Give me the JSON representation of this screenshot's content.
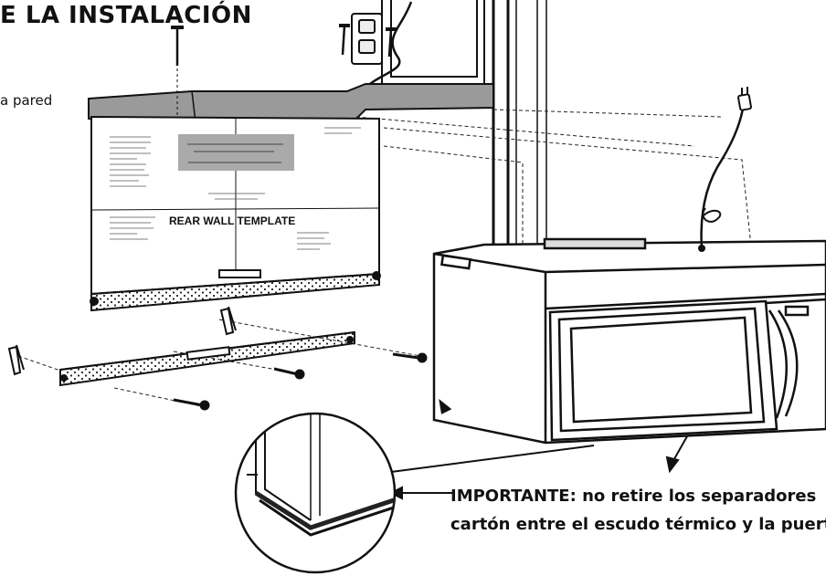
{
  "heading": "E LA INSTALACIÓN",
  "side_label": "a pared",
  "template_label": "REAR WALL TEMPLATE",
  "important": {
    "lead": "IMPORTANTE:",
    "line1_rest": " no retire los separadores",
    "line2": "cartón entre el escudo térmico y la puert"
  }
}
